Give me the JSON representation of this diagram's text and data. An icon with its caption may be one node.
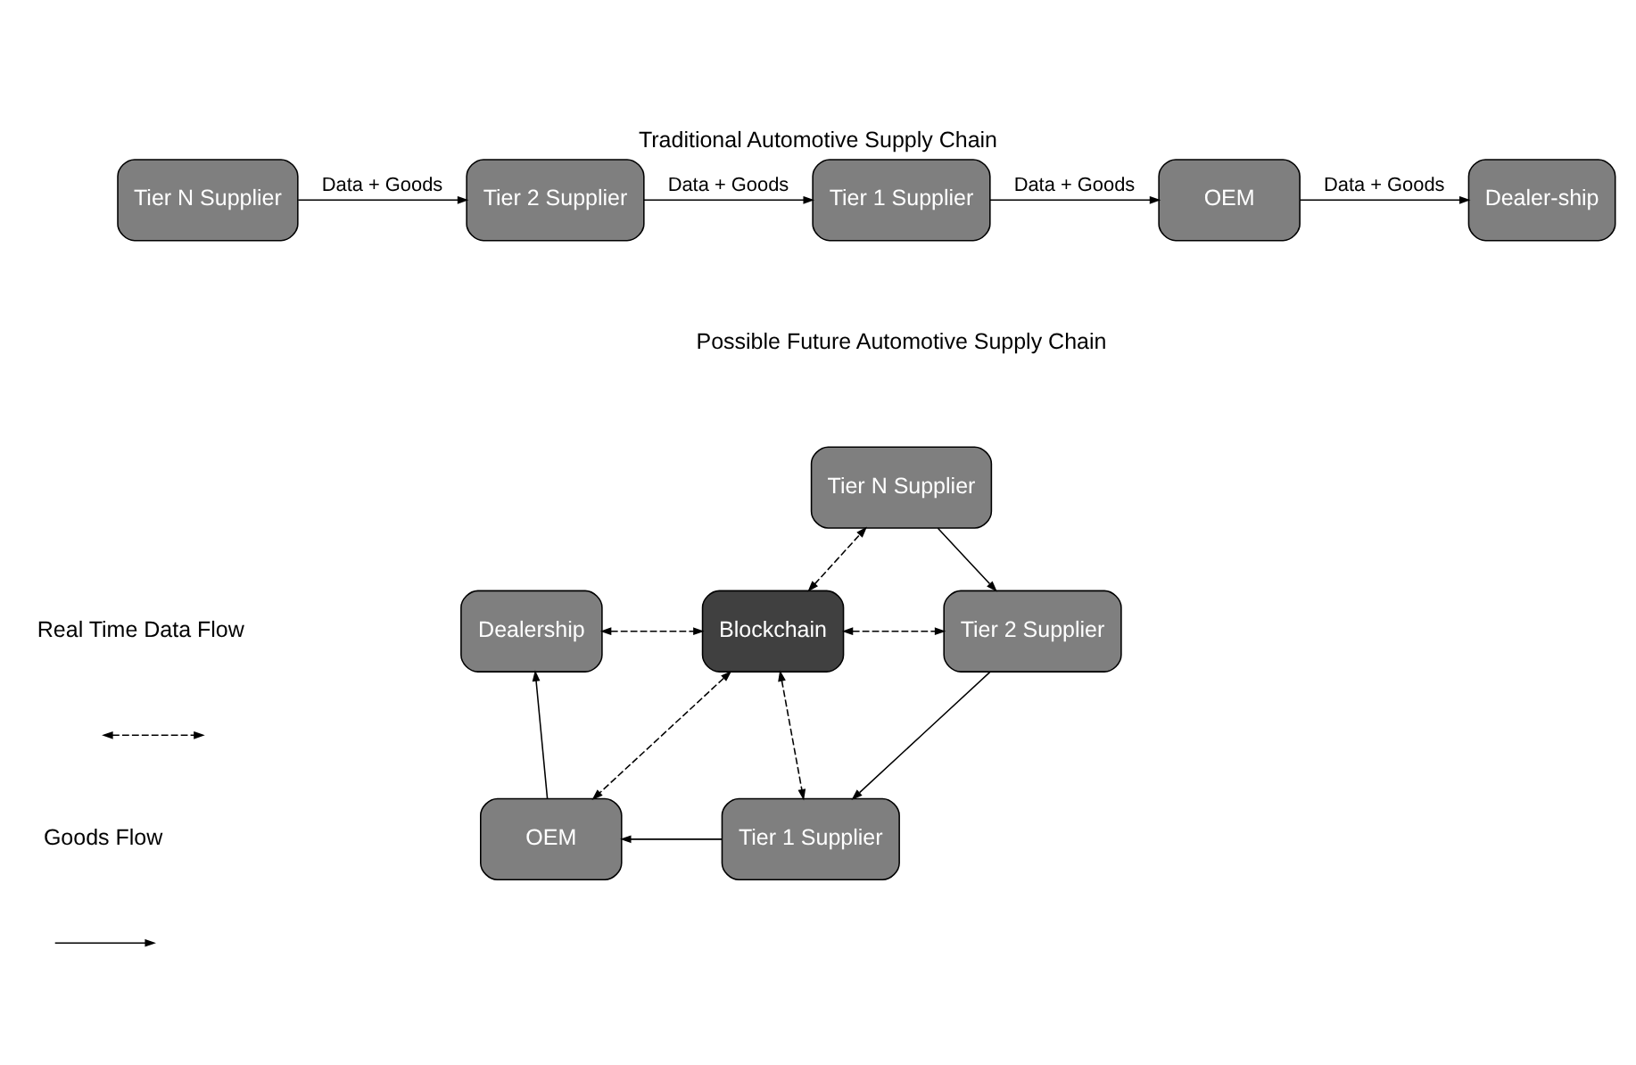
{
  "diagram": {
    "title": "Traditional Automotive Supply Chain",
    "nodes": [
      {
        "text": [
          "Tier N Supplier"
        ]
      },
      {
        "text": [
          "Tier 2 Supplier"
        ]
      },
      {
        "text": [
          "Tier 1 Supplier"
        ]
      },
      {
        "text": [
          "OEM"
        ]
      },
      {
        "text": [
          "Dealer-ship"
        ]
      },
      {
        "text": [
          "Tier N Supplier"
        ]
      },
      {
        "text": [
          "Dealership"
        ]
      },
      {
        "text": [
          "Blockchain"
        ]
      },
      {
        "text": [
          "Tier 2 Supplier"
        ]
      },
      {
        "text": [
          "OEM"
        ]
      },
      {
        "text": [
          "Tier 1 Supplier"
        ]
      }
    ],
    "edges": [
      {
        "from": 0,
        "to": 1,
        "arrow": "to",
        "label": "Data + Goods"
      },
      {
        "from": 1,
        "to": 2,
        "arrow": "to",
        "label": "Data + Goods"
      },
      {
        "from": 2,
        "to": 3,
        "arrow": "to",
        "label": "Data + Goods"
      },
      {
        "from": 3,
        "to": 4,
        "arrow": "to",
        "label": "Data + Goods"
      },
      {
        "from": 7,
        "to": 5,
        "arrow": "both",
        "style": "dashed"
      },
      {
        "from": 7,
        "to": 6,
        "arrow": "both",
        "style": "dashed"
      },
      {
        "from": 7,
        "to": 8,
        "arrow": "both",
        "style": "dashed"
      },
      {
        "from": 7,
        "to": 9,
        "arrow": "both",
        "style": "dashed"
      },
      {
        "from": 7,
        "to": 10,
        "arrow": "both",
        "style": "dashed"
      },
      {
        "from": 5,
        "to": 8,
        "arrow": "to"
      },
      {
        "from": 8,
        "to": 10,
        "arrow": "to"
      },
      {
        "from": 10,
        "to": 9,
        "arrow": "to"
      },
      {
        "from": 9,
        "to": 6,
        "arrow": "to"
      }
    ],
    "labels": [
      "Possible Future Automotive Supply Chain"
    ],
    "legend": [
      {
        "text": "Real Time Data Flow"
      },
      {
        "text": "Goods Flow"
      }
    ]
  }
}
